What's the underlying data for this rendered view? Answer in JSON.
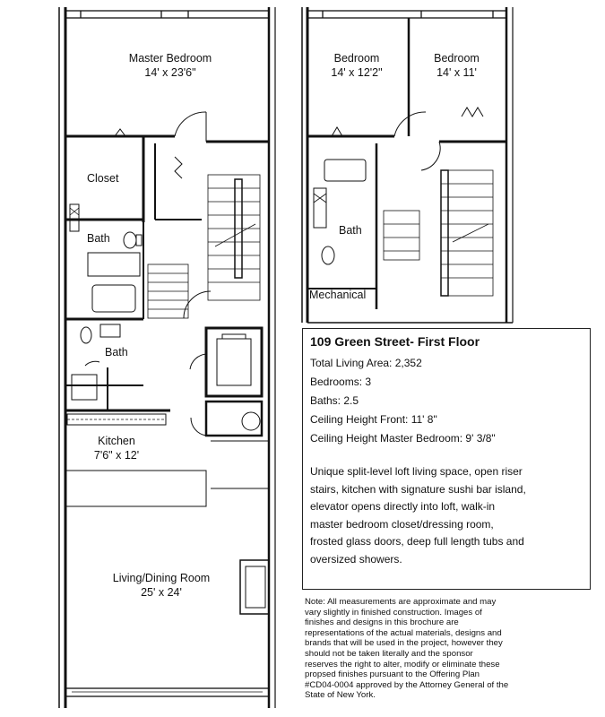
{
  "rooms": {
    "master_bedroom": {
      "name": "Master Bedroom",
      "size": "14' x 23'6\""
    },
    "bedroom_a": {
      "name": "Bedroom",
      "size": "14' x 12'2\""
    },
    "bedroom_b": {
      "name": "Bedroom",
      "size": "14' x 11'"
    },
    "closet": "Closet",
    "bath_master": "Bath",
    "bath_half": "Bath",
    "bath_upper": "Bath",
    "mechanical": "Mechanical",
    "kitchen": {
      "name": "Kitchen",
      "size": "7'6\" x 12'"
    },
    "living": {
      "name": "Living/Dining Room",
      "size": "25' x 24'"
    }
  },
  "info": {
    "title": "109 Green Street- First Floor",
    "specs": [
      "Total Living Area: 2,352",
      "Bedrooms: 3",
      "Baths: 2.5",
      "Ceiling Height Front: 11' 8\"",
      "Ceiling Height Master Bedroom: 9' 3/8\""
    ],
    "description": [
      "Unique split-level loft living space, open riser",
      "stairs, kitchen with signature sushi bar island,",
      "elevator opens directly into loft, walk-in",
      "master bedroom closet/dressing room,",
      "frosted glass doors, deep full length tubs and",
      "oversized showers."
    ]
  },
  "note": [
    "Note: All measurements are approximate and may",
    "vary slightly in finished construction. Images of",
    "finishes and designs in this brochure are",
    "representations of the actual materials, designs and",
    "brands that will be used in the project, however they",
    "should not be taken literally and the sponsor",
    "reserves the right to alter, modify or eliminate these",
    "propsed finishes pursuant to the Offering Plan",
    "#CD04-0004 approved by the Attorney General of the",
    "State of New York."
  ]
}
